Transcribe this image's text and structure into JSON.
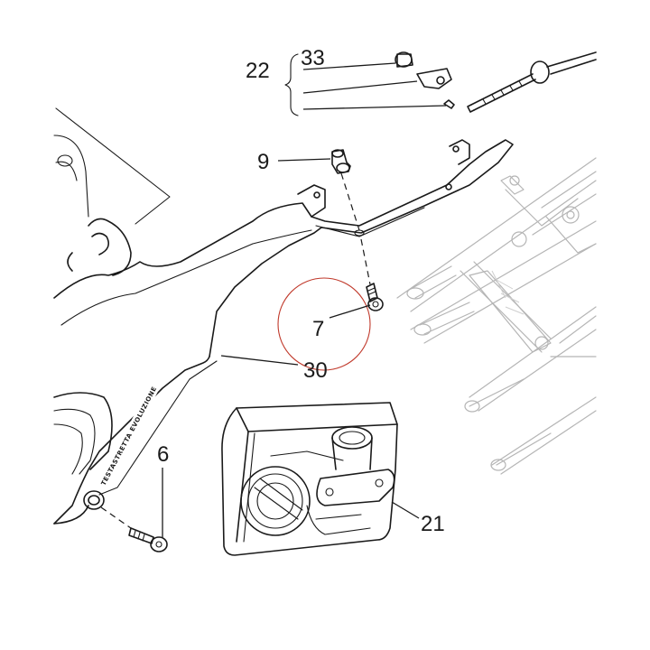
{
  "diagram": {
    "callouts": {
      "c22": "22",
      "c33": "33",
      "c9": "9",
      "c7": "7",
      "c30": "30",
      "c6": "6",
      "c21": "21"
    },
    "tail_logo_text": "TESTASTRETTA EVOLUZIONE",
    "colors": {
      "ink": "#1a1a1a",
      "faint_ink": "#b5b5b5",
      "highlight_circle": "#c0392b"
    },
    "highlighted_part": "7"
  }
}
